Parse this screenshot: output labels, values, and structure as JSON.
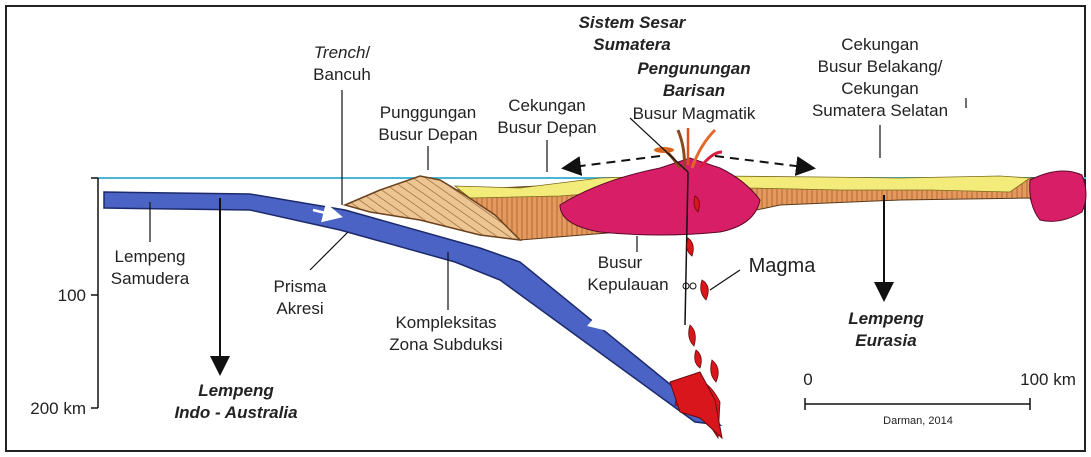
{
  "labels": {
    "sistem_sesar_line1": "Sistem Sesar",
    "sistem_sesar_line2": "Sumatera",
    "pengunungan_line1": "Pengunungan",
    "pengunungan_line2": "Barisan",
    "busur_magmatik": "Busur Magmatik",
    "trench_italic": "Trench",
    "trench_slash": "/",
    "bancuh": "Bancuh",
    "punggungan_line1": "Punggungan",
    "punggungan_line2": "Busur Depan",
    "cekungan_depan_line1": "Cekungan",
    "cekungan_depan_line2": "Busur Depan",
    "cekungan_belakang_line1": "Cekungan",
    "cekungan_belakang_line2": "Busur Belakang/",
    "cekungan_belakang_line3": "Cekungan",
    "cekungan_belakang_line4": "Sumatera Selatan",
    "lempeng_samudera_line1": "Lempeng",
    "lempeng_samudera_line2": "Samudera",
    "prisma_line1": "Prisma",
    "prisma_line2": "Akresi",
    "kompleksitas_line1": "Kompleksitas",
    "kompleksitas_line2": "Zona Subduksi",
    "busur_kepulauan_line1": "Busur",
    "busur_kepulauan_line2": "Kepulauan",
    "magma": "Magma",
    "lempeng_indo_line1": "Lempeng",
    "lempeng_indo_line2": "Indo - Australia",
    "lempeng_eurasia_line1": "Lempeng",
    "lempeng_eurasia_line2": "Eurasia",
    "credit": "Darman, 2014"
  },
  "depth_axis": {
    "tick_100": "100",
    "tick_200": "200 km"
  },
  "scale_bar": {
    "start_label": "0",
    "end_label": "100 km"
  },
  "colors": {
    "oceanic_plate": "#4a63c4",
    "oceanic_plate_edge": "#1c2a6b",
    "accretionary_prism": "#e9c08a",
    "magma": "#d81e66",
    "sediment_yellow": "#f4ec7a",
    "crust_orange": "#e39a5c",
    "sea_level": "#49b6d6",
    "red_magma": "#d8161c"
  }
}
